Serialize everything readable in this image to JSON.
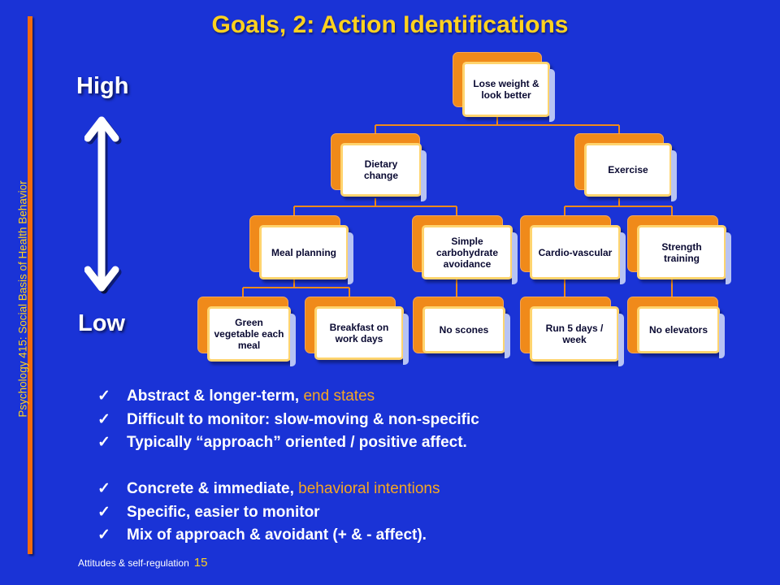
{
  "title": "Goals, 2: Action Identifications",
  "side_label": "Psychology 415: Social Basis of Health Behavior",
  "levels": {
    "high": "High",
    "low": "Low"
  },
  "nodes": {
    "root": "Lose weight & look better",
    "dietary": "Dietary change",
    "exercise": "Exercise",
    "meal": "Meal planning",
    "simple": "Simple carbohydrate avoidance",
    "cardio": "Cardio-vascular",
    "strength": "Strength training",
    "green": "Green vegetable each meal",
    "breakfast": "Breakfast on work days",
    "scones": "No scones",
    "run": "Run 5 days / week",
    "elevators": "No elevators"
  },
  "bullets": [
    {
      "text": "Abstract & longer-term, ",
      "highlight": "end states"
    },
    {
      "text": "Difficult to monitor: slow-moving & non-specific",
      "highlight": ""
    },
    {
      "text": "Typically  “approach” oriented /  positive affect.",
      "highlight": ""
    },
    {
      "text": "Concrete & immediate, ",
      "highlight": "behavioral intentions"
    },
    {
      "text": "Specific, easier to monitor",
      "highlight": ""
    },
    {
      "text": "Mix of approach & avoidant (+ & - affect).",
      "highlight": ""
    }
  ],
  "footer": {
    "label": "Attitudes & self-regulation",
    "page": "15"
  },
  "colors": {
    "background": "#1a33d6",
    "title": "#ffd21f",
    "accent": "#f08a1a",
    "highlight": "#f5a623"
  },
  "icons": {
    "bullet": "check-icon",
    "arrow": "double-arrow-icon"
  }
}
